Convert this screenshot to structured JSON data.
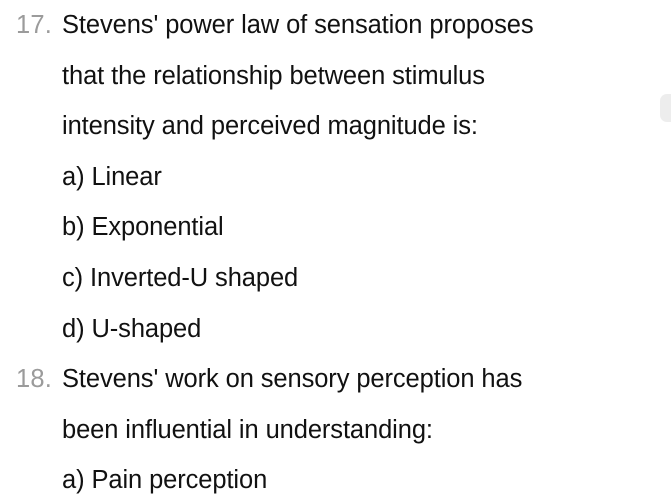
{
  "document": {
    "background_color": "#ffffff",
    "text_color": "#111111",
    "marker_color": "#9b9b9b",
    "scrollbar_thumb_color": "#ededed"
  },
  "questions": [
    {
      "number": "17.",
      "stem_lines": [
        "Stevens' power law of sensation proposes",
        "that the relationship between stimulus",
        "intensity and perceived magnitude is:"
      ],
      "options": [
        "a) Linear",
        "b) Exponential",
        "c) Inverted-U shaped",
        "d) U-shaped"
      ]
    },
    {
      "number": "18.",
      "stem_lines": [
        "Stevens' work on sensory perception has",
        "been influential in understanding:"
      ],
      "options": [
        "a) Pain perception"
      ]
    }
  ]
}
